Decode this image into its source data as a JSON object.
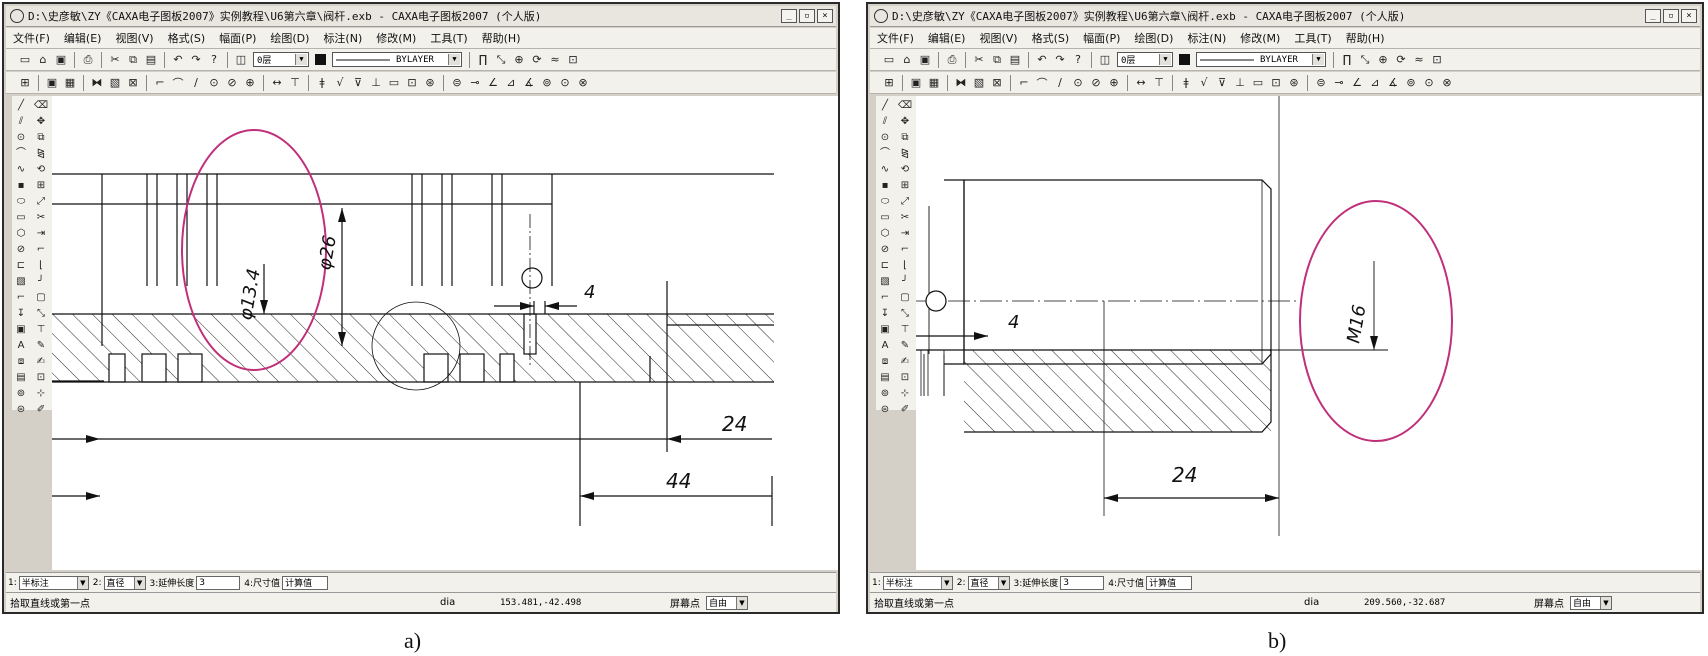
{
  "windowA": {
    "title": "D:\\史彦敏\\ZY《CAXA电子图板2007》实例教程\\U6第六章\\阀杆.exb - CAXA电子图板2007 (个人版)",
    "controls": [
      "_",
      "▫",
      "×"
    ],
    "menu": [
      "文件(F)",
      "编辑(E)",
      "视图(V)",
      "格式(S)",
      "幅面(P)",
      "绘图(D)",
      "标注(N)",
      "修改(M)",
      "工具(T)",
      "帮助(H)"
    ],
    "layer_combo": "0层",
    "linetype_combo": "BYLAYER",
    "dimensions": {
      "d1": "φ13.4",
      "d2": "φ26",
      "d3": "4",
      "d4": "24",
      "d5": "44"
    },
    "statusbar": {
      "f1_label": "1:",
      "f1_value": "半标注",
      "f2_label": "2:",
      "f2_value": "直径",
      "f3_label": "3:延伸长度",
      "f3_value": "3",
      "f4_label": "4:尺寸值",
      "f4_value": "计算值",
      "prompt": "拾取直线或第一点",
      "dia": "dia",
      "coords": "153.481,-42.498",
      "snap_label": "屏幕点",
      "mode": "自由"
    }
  },
  "windowB": {
    "title": "D:\\史彦敏\\ZY《CAXA电子图板2007》实例教程\\U6第六章\\阀杆.exb - CAXA电子图板2007 (个人版)",
    "controls": [
      "_",
      "▫",
      "×"
    ],
    "menu": [
      "文件(F)",
      "编辑(E)",
      "视图(V)",
      "格式(S)",
      "幅面(P)",
      "绘图(D)",
      "标注(N)",
      "修改(M)",
      "工具(T)",
      "帮助(H)"
    ],
    "layer_combo": "0层",
    "linetype_combo": "BYLAYER",
    "dimensions": {
      "d1": "4",
      "d2": "M16",
      "d3": "24"
    },
    "statusbar": {
      "f1_label": "1:",
      "f1_value": "半标注",
      "f2_label": "2:",
      "f2_value": "直径",
      "f3_label": "3:延伸长度",
      "f3_value": "3",
      "f4_label": "4:尺寸值",
      "f4_value": "计算值",
      "prompt": "拾取直线或第一点",
      "dia": "dia",
      "coords": "209.560,-32.687",
      "snap_label": "屏幕点",
      "mode": "自由"
    }
  },
  "captions": {
    "a": "a)",
    "b": "b)"
  },
  "colors": {
    "highlight_ellipse": "#c0307a",
    "drawing": "#111111",
    "ui_background": "#f2f1ec"
  },
  "icons": {
    "toolbar_row1": [
      "new-file-icon",
      "open-file-icon",
      "save-icon",
      "print-icon",
      "cut-icon",
      "copy-icon",
      "paste-icon",
      "undo-icon",
      "redo-icon",
      "help-icon",
      "layer-icon",
      "pan-icon",
      "zoom-icon"
    ],
    "toolbar_row2": [
      "grid-icon",
      "snap-icon",
      "attributes-icon",
      "dimension-icon",
      "hatch-icon",
      "line-icon",
      "arc-icon",
      "circle-icon",
      "text-icon",
      "zoom-window-icon",
      "zoom-all-icon",
      "refresh-icon"
    ],
    "left_toolbar": [
      "line-icon",
      "parallel-icon",
      "circle-icon",
      "arc-icon",
      "spline-icon",
      "point-icon",
      "ellipse-icon",
      "rectangle-icon",
      "polygon-icon",
      "center-line-icon",
      "equidistant-icon",
      "hatch-icon",
      "text-icon",
      "block-icon",
      "delete-icon",
      "move-icon",
      "copy-icon",
      "mirror-icon",
      "rotate-icon",
      "array-icon",
      "scale-icon",
      "trim-icon",
      "extend-icon",
      "break-icon",
      "chamfer-icon"
    ]
  }
}
